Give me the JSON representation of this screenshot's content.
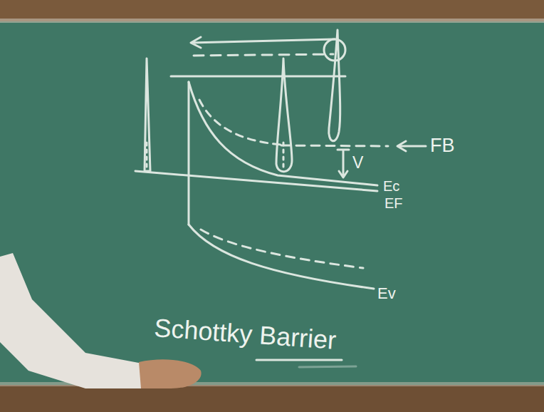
{
  "diagram": {
    "title": "Schottky Barrier",
    "labels": [
      "FB",
      "V",
      "Ec",
      "EF",
      "Ev"
    ]
  }
}
